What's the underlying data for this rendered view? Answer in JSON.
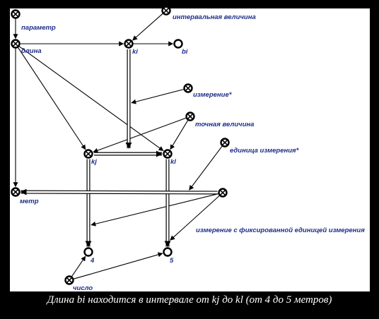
{
  "nodes": {
    "parametr": {
      "label": "параметр",
      "kind": "concept"
    },
    "dlina": {
      "label": "длина",
      "kind": "concept"
    },
    "ki": {
      "label": "ki",
      "kind": "concept"
    },
    "bi": {
      "label": "bi",
      "kind": "value"
    },
    "interval": {
      "label": "интервальная величина",
      "kind": "concept"
    },
    "izmerenie": {
      "label": "измерение*",
      "kind": "concept"
    },
    "tochnaya": {
      "label": "точная величина",
      "kind": "concept"
    },
    "kj": {
      "label": "kj",
      "kind": "concept"
    },
    "kl": {
      "label": "kl",
      "kind": "concept"
    },
    "edinica": {
      "label": "единица измерения*",
      "kind": "concept"
    },
    "metr": {
      "label": "метр",
      "kind": "concept"
    },
    "fix": {
      "label": "измерение с фиксированной единицей измерения",
      "kind": "concept"
    },
    "n4": {
      "label": "4",
      "kind": "value"
    },
    "n5": {
      "label": "5",
      "kind": "value"
    },
    "chislo": {
      "label": "число",
      "kind": "concept"
    }
  },
  "caption": "Длина bi находится в интервале от kj до kl (от 4 до 5 метров)"
}
